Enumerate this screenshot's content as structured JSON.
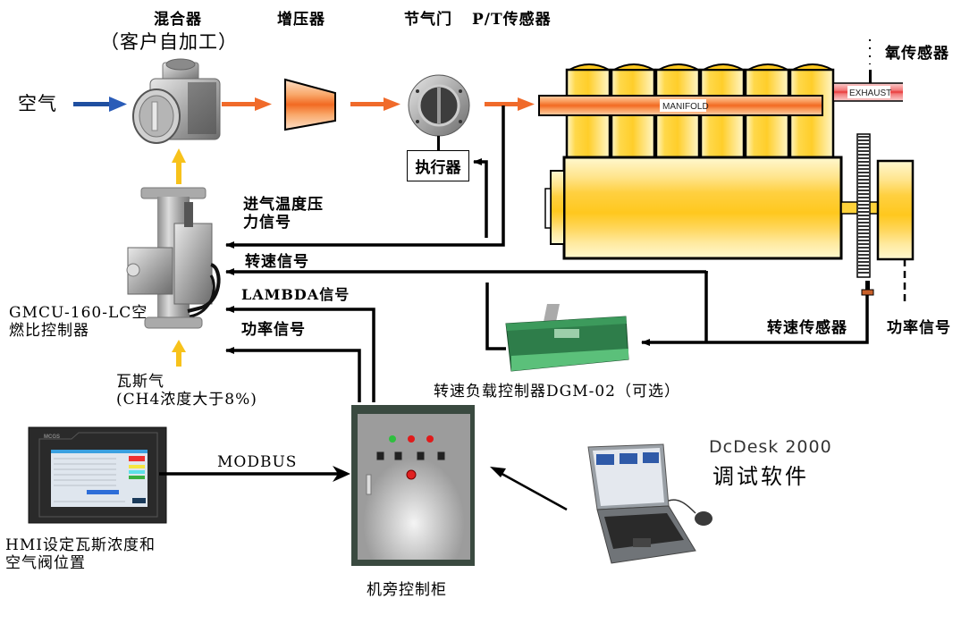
{
  "title": "GMCU-160-LC 瓦斯发动机空燃比控制系统示意图",
  "colors": {
    "air_arrow": "#1f4fa0",
    "mixture_arrow": "#f06a2a",
    "gas_arrow": "#f7c21b",
    "engine_fill": "#ffd23a",
    "engine_light": "#fff4c2",
    "manifold": "#f57a2e",
    "exhaust": "#ee4444",
    "signal_line": "#000000",
    "board_green": "#2e7d4a"
  },
  "flow": {
    "air_label": "空气",
    "mixer_label": "混合器",
    "mixer_note": "（客户自加工）",
    "turbo_label": "增压器",
    "throttle_label": "节气门",
    "pt_sensor_label": "P/T传感器",
    "actuator_label": "执行器"
  },
  "engine": {
    "manifold_label": "MANIFOLD",
    "exhaust_label": "EXHAUST",
    "o2_sensor_label": "氧传感器",
    "speed_sensor_label": "转速传感器",
    "power_signal_label": "功率信号",
    "cylinder_count": 6
  },
  "controller": {
    "name_line1": "GMCU-160-LC空",
    "name_line2": "燃比控制器",
    "gas_line1": "瓦斯气",
    "gas_line2": "(CH4浓度大于8%)"
  },
  "signals": {
    "intake_tp_line1": "进气温度压",
    "intake_tp_line2": "力信号",
    "speed": "转速信号",
    "lambda": "LAMBDA信号",
    "power": "功率信号"
  },
  "dgm": {
    "label": "转速负载控制器DGM-02（可选）"
  },
  "hmi": {
    "brand": "MCGS",
    "label_line1": "HMI设定瓦斯浓度和",
    "label_line2": "空气阀位置"
  },
  "link": {
    "modbus_label": "MODBUS"
  },
  "cabinet": {
    "label": "机旁控制柜"
  },
  "software": {
    "name": "DcDesk 2000",
    "label": "调试软件"
  }
}
